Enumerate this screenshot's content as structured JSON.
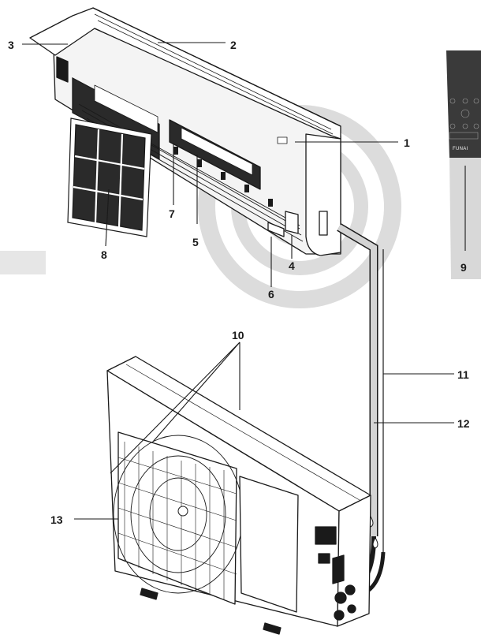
{
  "callouts": {
    "n1": "1",
    "n2": "2",
    "n3": "3",
    "n4": "4",
    "n5": "5",
    "n6": "6",
    "n7": "7",
    "n8": "8",
    "n9": "9",
    "n10": "10",
    "n11": "11",
    "n12": "12",
    "n13": "13"
  },
  "remote": {
    "brand": "FUNAI"
  },
  "colors": {
    "line": "#1a1a1a",
    "watermark": "#d9d9d9",
    "remote_body": "#3a3a3a",
    "remote_panel": "#d8d8d8"
  }
}
